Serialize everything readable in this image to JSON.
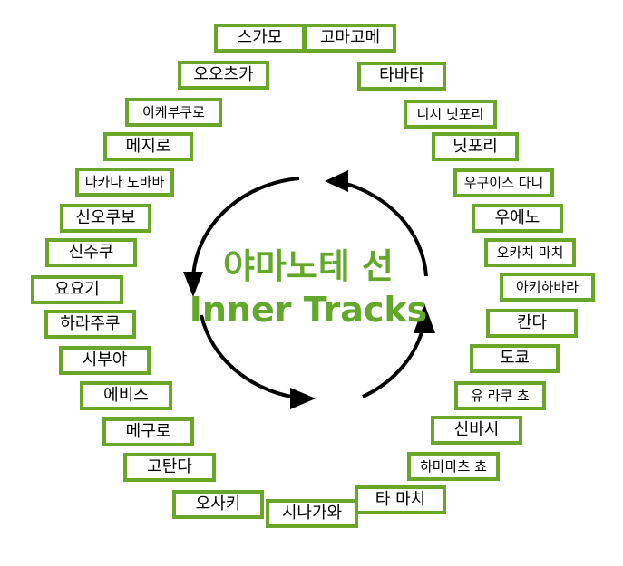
{
  "title": {
    "line1": "야마노테 선",
    "line2": "Inner Tracks"
  },
  "colors": {
    "border": "#6aa62a",
    "title": "#63a82a",
    "arrow": "#000000"
  },
  "stations": {
    "s01": "스가모",
    "s02": "고마고메",
    "s03": "타바타",
    "s04": "니시 닛포리",
    "s05": "닛포리",
    "s06": "우구이스 다니",
    "s07": "우에노",
    "s08": "오카치 마치",
    "s09": "아키하바라",
    "s10": "칸다",
    "s11": "도쿄",
    "s12": "유 라쿠 쵸",
    "s13": "신바시",
    "s14": "하마마츠 쵸",
    "s15": "타 마치",
    "s16": "시나가와",
    "s17": "오사키",
    "s18": "고탄다",
    "s19": "메구로",
    "s20": "에비스",
    "s21": "시부야",
    "s22": "하라주쿠",
    "s23": "요요기",
    "s24": "신주쿠",
    "s25": "신오쿠보",
    "s26": "다카다 노바바",
    "s27": "메지로",
    "s28": "이케부쿠로",
    "s29": "오오츠카"
  }
}
